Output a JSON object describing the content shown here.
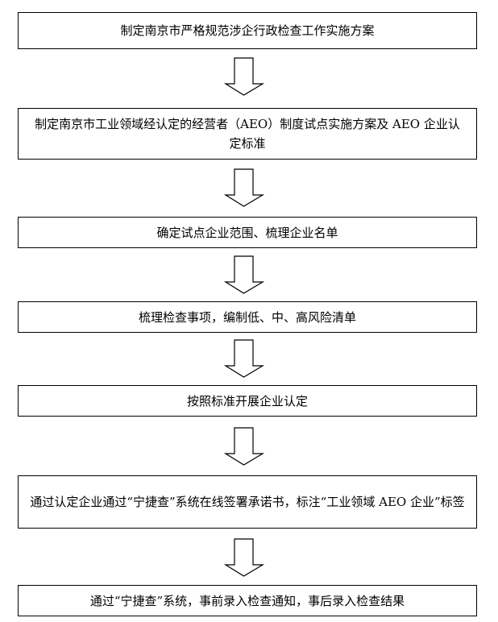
{
  "flowchart": {
    "steps": [
      {
        "text": "制定南京市严格规范涉企行政检查工作实施方案"
      },
      {
        "text": "制定南京市工业领域经认定的经营者（AEO）制度试点实施方案及 AEO 企业认定标准"
      },
      {
        "text": "确定试点企业范围、梳理企业名单"
      },
      {
        "text": "梳理检查事项，编制低、中、高风险清单"
      },
      {
        "text": "按照标准开展企业认定"
      },
      {
        "text": "通过认定企业通过“宁捷查”系统在线签署承诺书，标注“工业领域 AEO 企业”标签"
      },
      {
        "text": "通过“宁捷查”系统，事前录入检查通知，事后录入检查结果"
      }
    ],
    "arrow_icon": "hollow-down-arrow",
    "line_color": "#000000",
    "background_color": "#ffffff"
  }
}
